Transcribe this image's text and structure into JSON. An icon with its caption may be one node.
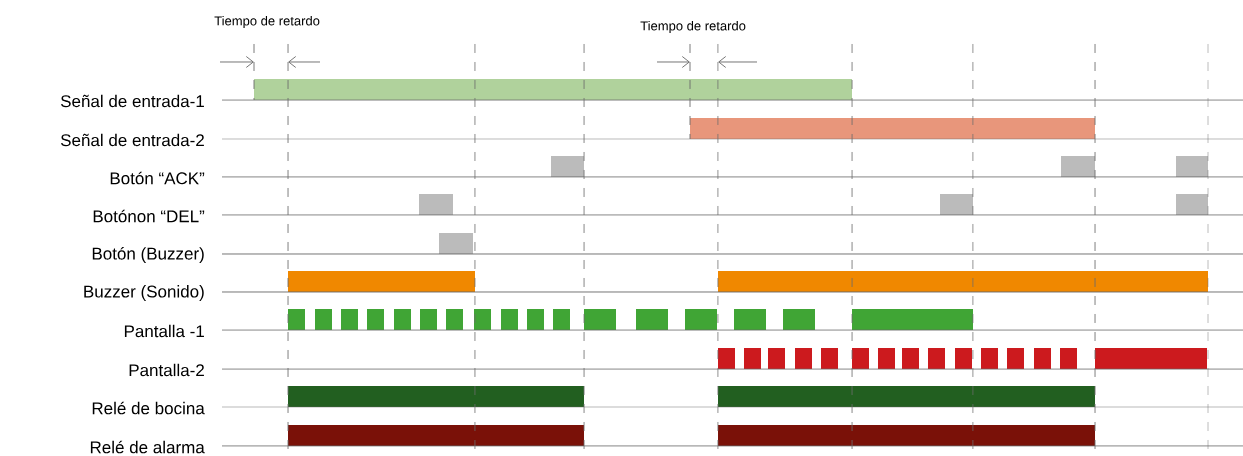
{
  "diagram": {
    "labels": [
      "Tiempo de retardo",
      "Tiempo de retardo",
      "Señal de entrada-1",
      "Señal de entrada-2",
      "Botón “ACK”",
      "Botónon “DEL”",
      "Botón (Buzzer)",
      "Buzzer (Sonido)",
      "Pantalla -1",
      "Pantalla-2",
      "Relé de bocina",
      "Relé de alarma"
    ]
  }
}
